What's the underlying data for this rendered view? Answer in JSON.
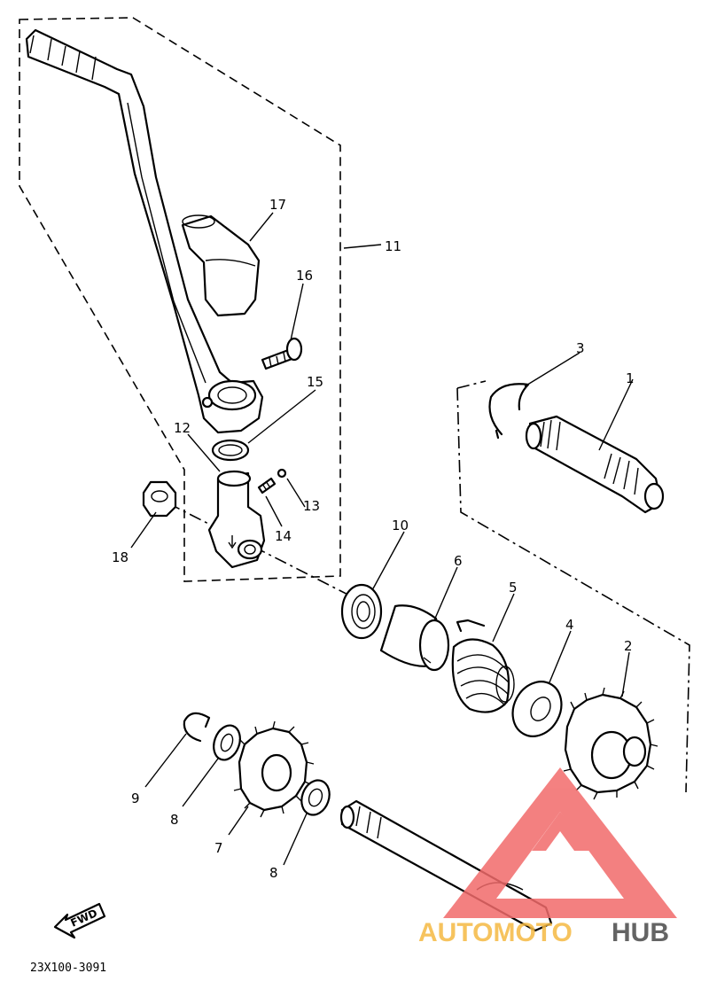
{
  "diagram": {
    "callouts": [
      {
        "id": "1",
        "text": "1"
      },
      {
        "id": "2",
        "text": "2"
      },
      {
        "id": "3",
        "text": "3"
      },
      {
        "id": "4",
        "text": "4"
      },
      {
        "id": "5",
        "text": "5"
      },
      {
        "id": "6",
        "text": "6"
      },
      {
        "id": "7",
        "text": "7"
      },
      {
        "id": "8a",
        "text": "8"
      },
      {
        "id": "8b",
        "text": "8"
      },
      {
        "id": "9",
        "text": "9"
      },
      {
        "id": "10",
        "text": "10"
      },
      {
        "id": "11",
        "text": "11"
      },
      {
        "id": "12",
        "text": "12"
      },
      {
        "id": "13",
        "text": "13"
      },
      {
        "id": "14",
        "text": "14"
      },
      {
        "id": "15",
        "text": "15"
      },
      {
        "id": "16",
        "text": "16"
      },
      {
        "id": "17",
        "text": "17"
      },
      {
        "id": "18",
        "text": "18"
      }
    ],
    "direction_arrow_text": "FWD",
    "figure_code": "23X100-3091"
  },
  "watermark": {
    "part1": "AUTOMOTO",
    "part2": "HUB",
    "color_primary": "#f26b6b",
    "color_secondary": "#f5b942",
    "color_dark": "#4a4a4a"
  }
}
